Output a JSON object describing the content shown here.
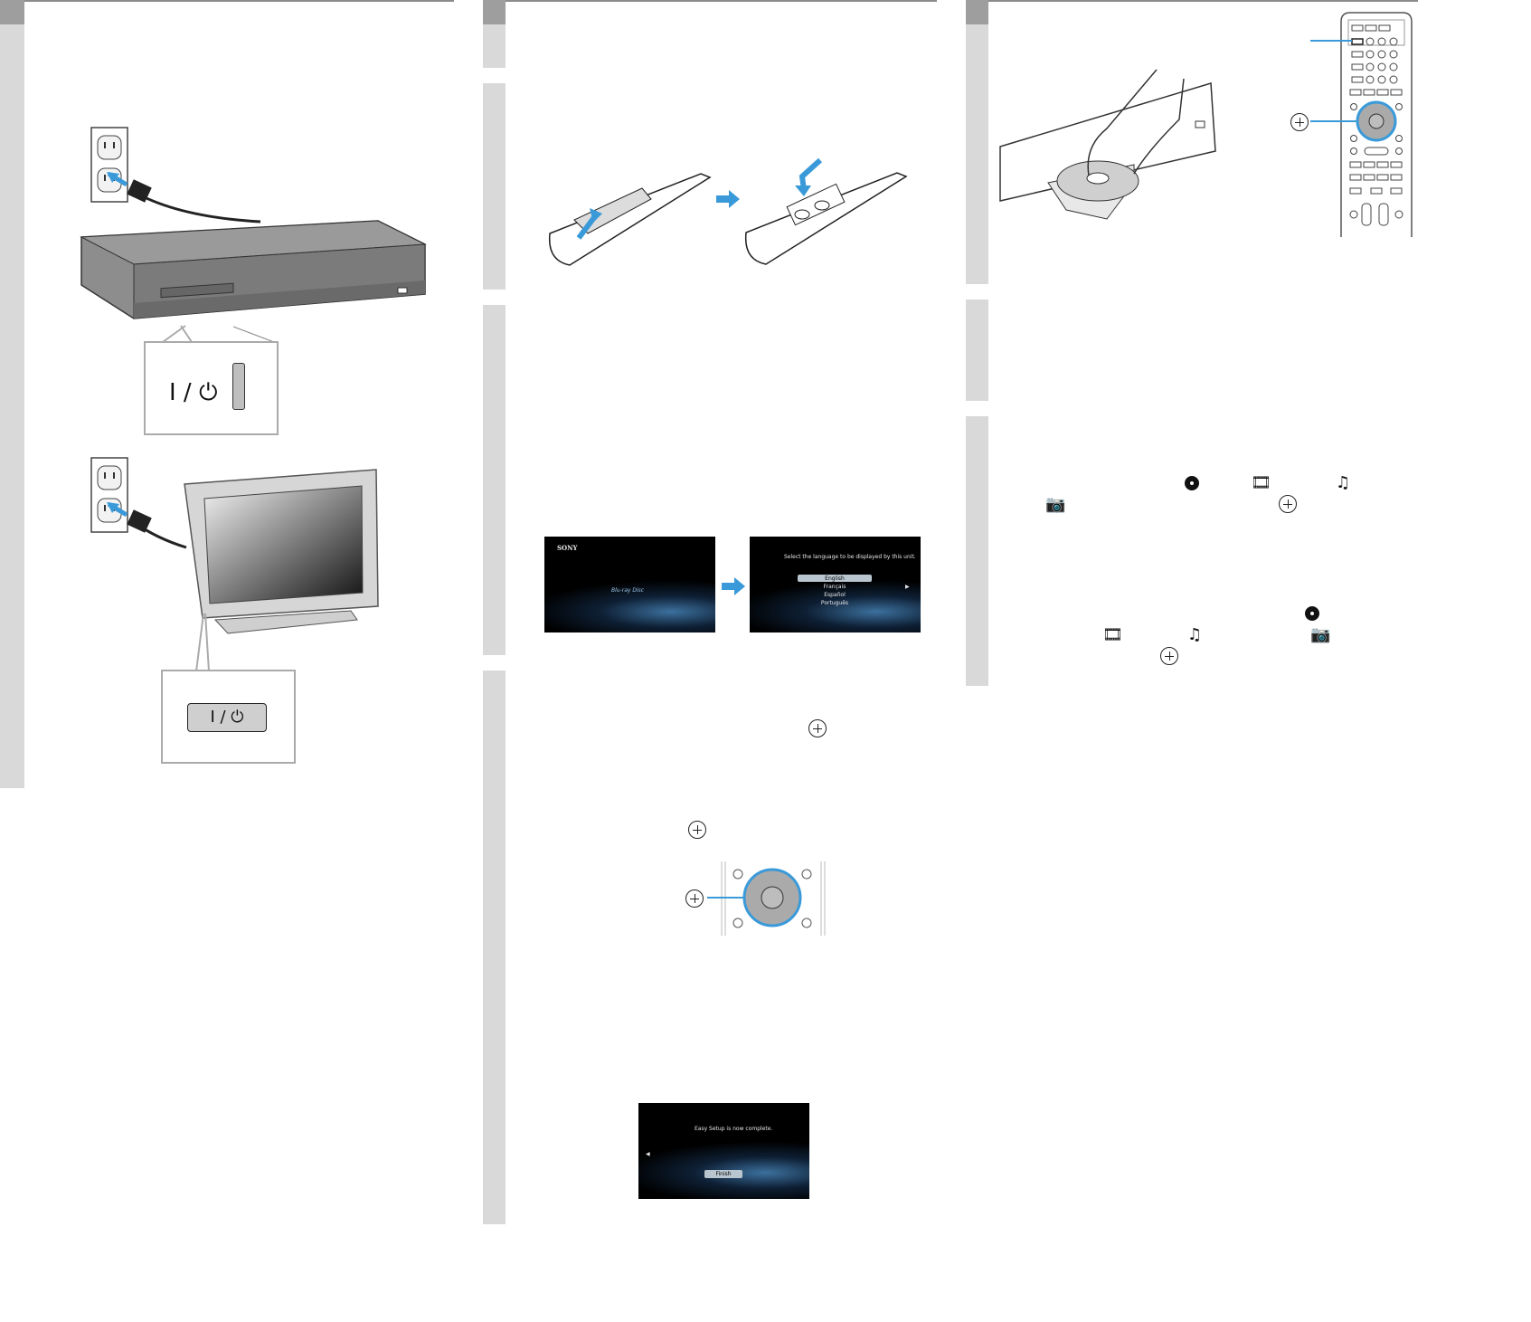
{
  "col1": {
    "power_switch_label": "I / ⏻",
    "tv_power_label": "I / ⏻"
  },
  "col2": {
    "screen1": {
      "brand": "SONY",
      "logo": "Blu-ray Disc"
    },
    "screen2": {
      "prompt": "Select the language to be displayed by this unit.",
      "languages": [
        "English",
        "Français",
        "Español",
        "Português"
      ]
    },
    "screen3": {
      "message": "Easy Setup is now complete.",
      "button": "Finish"
    }
  },
  "col3": {
    "icons": [
      "disc-icon",
      "video-icon",
      "music-icon",
      "photo-icon",
      "enter-icon"
    ]
  },
  "colors": {
    "accent": "#3a9ad9",
    "sidebar": "#d9d9d9",
    "header": "#9e9e9e"
  }
}
